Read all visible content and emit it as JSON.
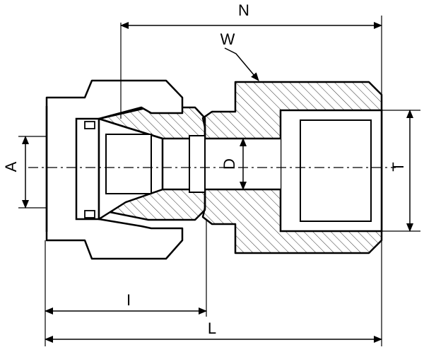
{
  "diagram": {
    "labels": {
      "N": "N",
      "W": "W",
      "A": "A",
      "D": "D",
      "T": "T",
      "I": "I",
      "L": "L"
    }
  }
}
